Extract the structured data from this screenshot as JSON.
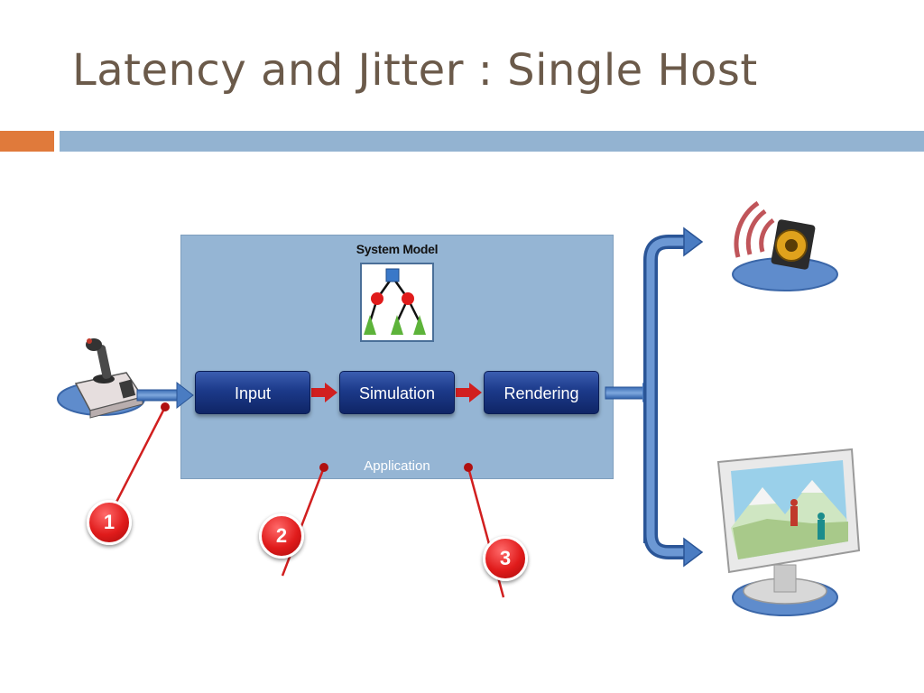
{
  "slide": {
    "title": "Latency and Jitter : Single Host"
  },
  "diagram": {
    "system_model_label": "System Model",
    "application_label": "Application",
    "stages": [
      "Input",
      "Simulation",
      "Rendering"
    ],
    "markers": [
      "1",
      "2",
      "3"
    ],
    "icons": [
      "joystick-icon",
      "speaker-icon",
      "monitor-icon"
    ]
  },
  "colors": {
    "title": "#6b5a4a",
    "accent_orange": "#e07a3b",
    "accent_blue": "#93b3d1",
    "stage_fill": "#1c3a8a",
    "marker_red": "#e01b1b"
  }
}
